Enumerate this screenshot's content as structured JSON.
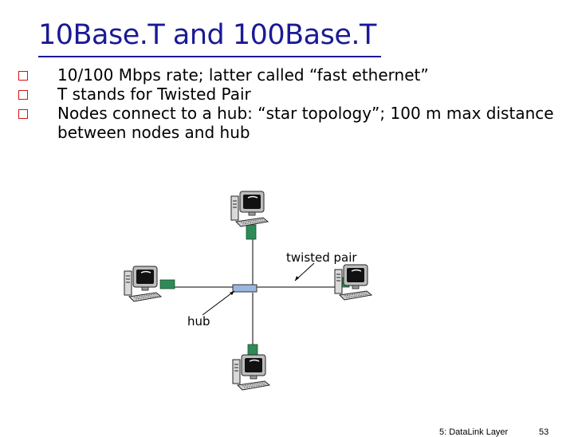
{
  "slide": {
    "title": "10Base.T and 100Base.T",
    "bullets": [
      "10/100 Mbps rate; latter called “fast ethernet”",
      "T stands for Twisted Pair",
      "Nodes connect to a hub: “star topology”; 100 m max distance between nodes and hub"
    ]
  },
  "diagram": {
    "labels": {
      "twisted_pair": "twisted pair",
      "hub": "hub"
    },
    "nodes": [
      "computer-top",
      "computer-left",
      "computer-right",
      "computer-bottom"
    ],
    "colors": {
      "title": "#1a1a96",
      "bullet_marker": "#d21414",
      "connector": "#2e8b57",
      "hub": "#9ab7e0"
    }
  },
  "footer": {
    "section": "5: DataLink Layer",
    "page": "53"
  }
}
